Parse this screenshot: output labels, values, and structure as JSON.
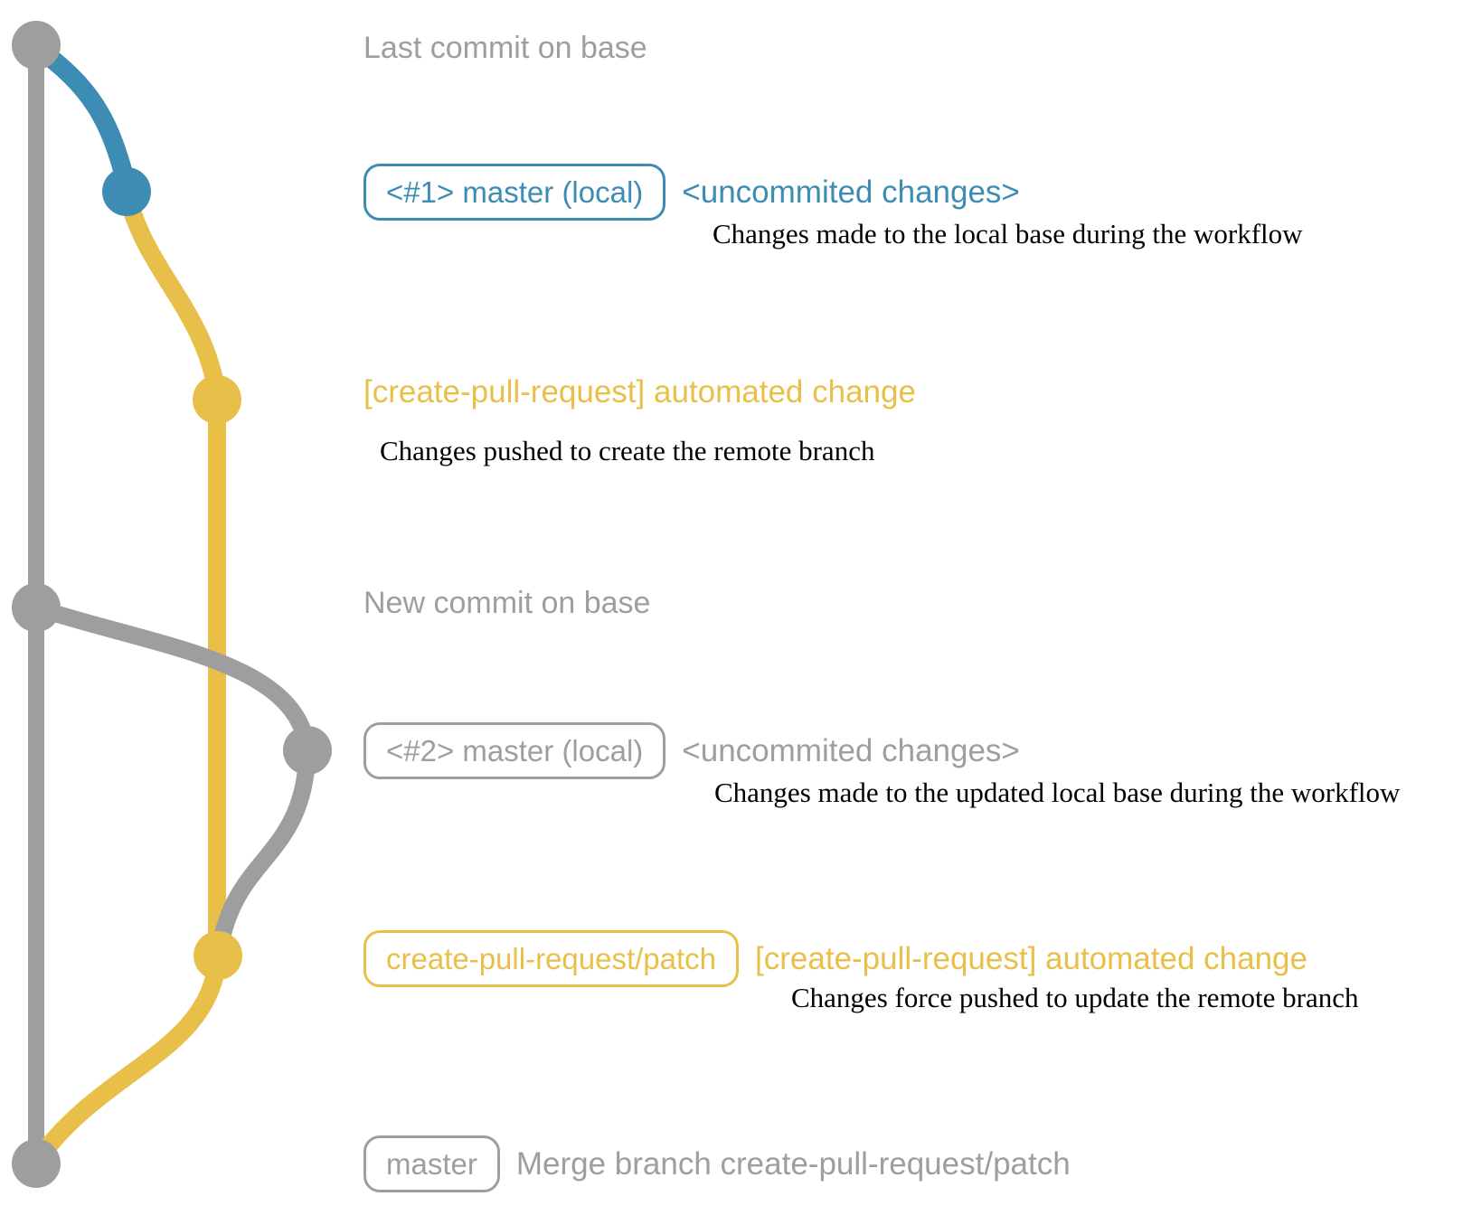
{
  "colors": {
    "gray": "#9e9e9e",
    "blue": "#3d8cb3",
    "yellow": "#e8c049",
    "caption": "#000000",
    "background": "#ffffff"
  },
  "rows": [
    {
      "heading": "Last commit on base"
    },
    {
      "ref": "<#1> master (local)",
      "message": "<uncommited changes>",
      "caption": "Changes made to the local base during the workflow"
    },
    {
      "message": "[create-pull-request] automated change",
      "caption": "Changes pushed to create the remote branch"
    },
    {
      "heading": "New commit on base"
    },
    {
      "ref": "<#2> master (local)",
      "message": "<uncommited changes>",
      "caption": "Changes made to the updated local base during the workflow"
    },
    {
      "ref": "create-pull-request/patch",
      "message": "[create-pull-request] automated change",
      "caption": "Changes force pushed to update the remote branch"
    },
    {
      "ref": "master",
      "message": "Merge branch create-pull-request/patch"
    }
  ],
  "graph": {
    "commit_dots": [
      {
        "row": 0,
        "color": "gray"
      },
      {
        "row": 1,
        "color": "blue"
      },
      {
        "row": 2,
        "color": "yellow"
      },
      {
        "row": 3,
        "color": "gray"
      },
      {
        "row": 4,
        "color": "gray"
      },
      {
        "row": 5,
        "color": "yellow"
      },
      {
        "row": 6,
        "color": "gray"
      }
    ]
  }
}
